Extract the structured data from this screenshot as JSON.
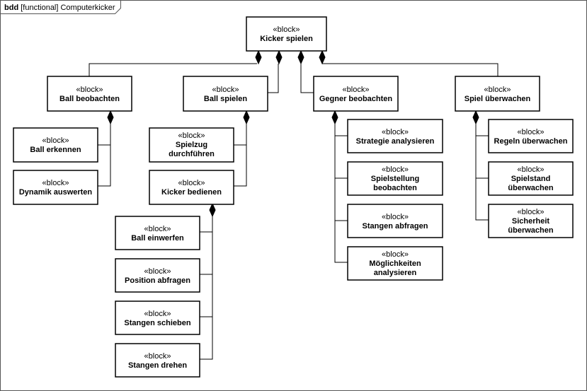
{
  "frame": {
    "kind": "bdd",
    "label": "[functional] Computerkicker"
  },
  "blocks": [
    {
      "id": "root",
      "stereotype": "«block»",
      "name": [
        "Kicker spielen"
      ]
    },
    {
      "id": "ball-beobachten",
      "stereotype": "«block»",
      "name": [
        "Ball beobachten"
      ]
    },
    {
      "id": "ball-spielen",
      "stereotype": "«block»",
      "name": [
        "Ball spielen"
      ]
    },
    {
      "id": "gegner-beobachten",
      "stereotype": "«block»",
      "name": [
        "Gegner beobachten"
      ]
    },
    {
      "id": "spiel-ueberwachen",
      "stereotype": "«block»",
      "name": [
        "Spiel überwachen"
      ]
    },
    {
      "id": "ball-erkennen",
      "stereotype": "«block»",
      "name": [
        "Ball erkennen"
      ]
    },
    {
      "id": "dynamik-auswerten",
      "stereotype": "«block»",
      "name": [
        "Dynamik auswerten"
      ]
    },
    {
      "id": "spielzug-durchfuehren",
      "stereotype": "«block»",
      "name": [
        "Spielzug",
        "durchführen"
      ]
    },
    {
      "id": "kicker-bedienen",
      "stereotype": "«block»",
      "name": [
        "Kicker bedienen"
      ]
    },
    {
      "id": "ball-einwerfen",
      "stereotype": "«block»",
      "name": [
        "Ball einwerfen"
      ]
    },
    {
      "id": "position-abfragen",
      "stereotype": "«block»",
      "name": [
        "Position abfragen"
      ]
    },
    {
      "id": "stangen-schieben",
      "stereotype": "«block»",
      "name": [
        "Stangen schieben"
      ]
    },
    {
      "id": "stangen-drehen",
      "stereotype": "«block»",
      "name": [
        "Stangen drehen"
      ]
    },
    {
      "id": "strategie-analysieren",
      "stereotype": "«block»",
      "name": [
        "Strategie analysieren"
      ]
    },
    {
      "id": "spielstellung-beobachten",
      "stereotype": "«block»",
      "name": [
        "Spielstellung",
        "beobachten"
      ]
    },
    {
      "id": "stangen-abfragen",
      "stereotype": "«block»",
      "name": [
        "Stangen abfragen"
      ]
    },
    {
      "id": "moeglichkeiten-analysieren",
      "stereotype": "«block»",
      "name": [
        "Möglichkeiten",
        "analysieren"
      ]
    },
    {
      "id": "regeln-ueberwachen",
      "stereotype": "«block»",
      "name": [
        "Regeln überwachen"
      ]
    },
    {
      "id": "spielstand-ueberwachen",
      "stereotype": "«block»",
      "name": [
        "Spielstand",
        "überwachen"
      ]
    },
    {
      "id": "sicherheit-ueberwachen",
      "stereotype": "«block»",
      "name": [
        "Sicherheit",
        "überwachen"
      ]
    }
  ],
  "compositions": [
    {
      "whole": "root",
      "parts": [
        "ball-beobachten",
        "ball-spielen",
        "gegner-beobachten",
        "spiel-ueberwachen"
      ]
    },
    {
      "whole": "ball-beobachten",
      "parts": [
        "ball-erkennen",
        "dynamik-auswerten"
      ]
    },
    {
      "whole": "ball-spielen",
      "parts": [
        "spielzug-durchfuehren",
        "kicker-bedienen"
      ]
    },
    {
      "whole": "kicker-bedienen",
      "parts": [
        "ball-einwerfen",
        "position-abfragen",
        "stangen-schieben",
        "stangen-drehen"
      ]
    },
    {
      "whole": "gegner-beobachten",
      "parts": [
        "strategie-analysieren",
        "spielstellung-beobachten",
        "stangen-abfragen",
        "moeglichkeiten-analysieren"
      ]
    },
    {
      "whole": "spiel-ueberwachen",
      "parts": [
        "regeln-ueberwachen",
        "spielstand-ueberwachen",
        "sicherheit-ueberwachen"
      ]
    }
  ]
}
